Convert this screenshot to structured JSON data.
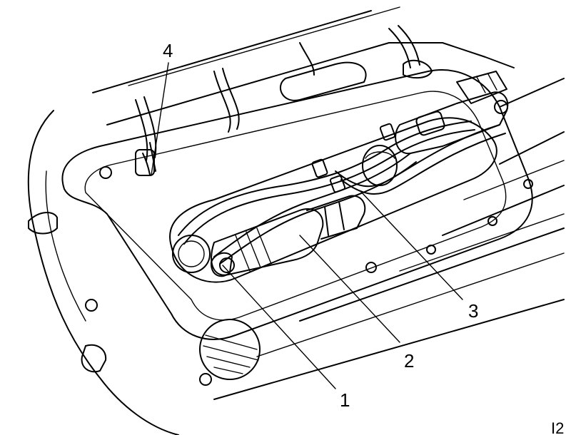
{
  "callouts": [
    {
      "id": "1",
      "label": "1"
    },
    {
      "id": "2",
      "label": "2"
    },
    {
      "id": "3",
      "label": "3"
    },
    {
      "id": "4",
      "label": "4"
    }
  ],
  "figure_code": "I2"
}
